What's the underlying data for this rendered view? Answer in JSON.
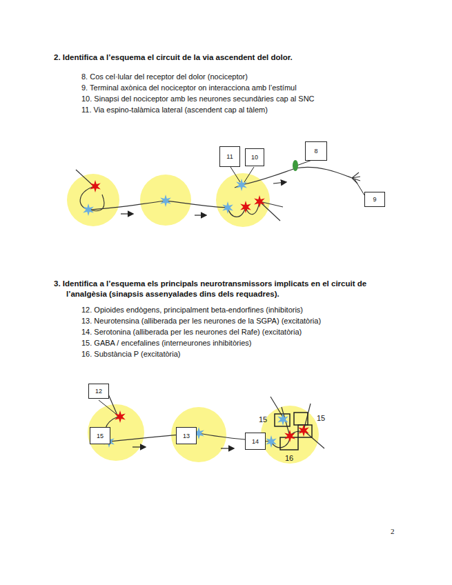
{
  "diagram": {
    "nodes": [
      {
        "text": [
          "11"
        ]
      },
      {
        "text": [
          "10"
        ]
      },
      {
        "text": [
          "8"
        ]
      },
      {
        "text": [
          "9"
        ]
      },
      {
        "text": [
          "12"
        ]
      },
      {
        "text": [
          "15"
        ]
      },
      {
        "text": [
          "13"
        ]
      },
      {
        "text": [
          "14"
        ]
      }
    ],
    "labels": [
      "2. Identifica a l’esquema el circuit de la via ascendent del dolor.",
      "8. Cos cel·lular del receptor del dolor (nociceptor)",
      "9. Terminal axònica del nociceptor on interacciona amb l’estímul",
      "10. Sinapsi del nociceptor amb les neurones secundàries cap al SNC",
      "11. Via espino-talàmica lateral (ascendent cap al tàlem)",
      "3. Identifica a l’esquema els principals neurotransmissors implicats en el circuit de l’analgèsia (sinapsis assenyalades dins dels requadres).",
      "12. Opioides endògens, principalment beta-endorfines (inhibitoris)",
      "13. Neurotensina (alliberada per les neurones de la SGPA) (excitatòria)",
      "14. Serotonina (alliberada per les neurones del Rafe) (excitatòria)",
      "15. GABA / encefalines (interneurones inhibitòries)",
      "16. Substància P (excitatòria)",
      "15",
      "15",
      "16",
      "2"
    ]
  }
}
